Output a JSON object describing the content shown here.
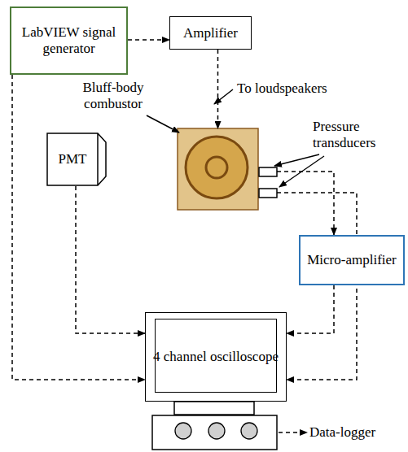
{
  "diagram": {
    "nodes": [
      {
        "text": [
          "LabVIEW signal generator"
        ]
      },
      {
        "text": [
          "Amplifier"
        ]
      },
      {
        "text": [
          "Bluff-body combustor"
        ]
      },
      {
        "text": [
          "PMT"
        ]
      },
      {
        "text": [
          "Micro-amplifier"
        ]
      },
      {
        "text": [
          "4 channel oscilloscope"
        ]
      }
    ],
    "edges": [
      {
        "from": 0,
        "to": 1,
        "arrow": "to"
      },
      {
        "from": 1,
        "to": 2,
        "arrow": "to"
      },
      {
        "from": 0,
        "to": 5,
        "arrow": "to"
      },
      {
        "from": 3,
        "to": 5,
        "arrow": "to"
      },
      {
        "from": 2,
        "to": 4,
        "arrow": "to"
      },
      {
        "from": 4,
        "to": 5,
        "arrow": "to"
      },
      {
        "from": 2,
        "to": 5,
        "arrow": "to"
      }
    ],
    "labels": [
      "To loudspeakers",
      "Pressure transducers",
      "Data-logger"
    ]
  }
}
